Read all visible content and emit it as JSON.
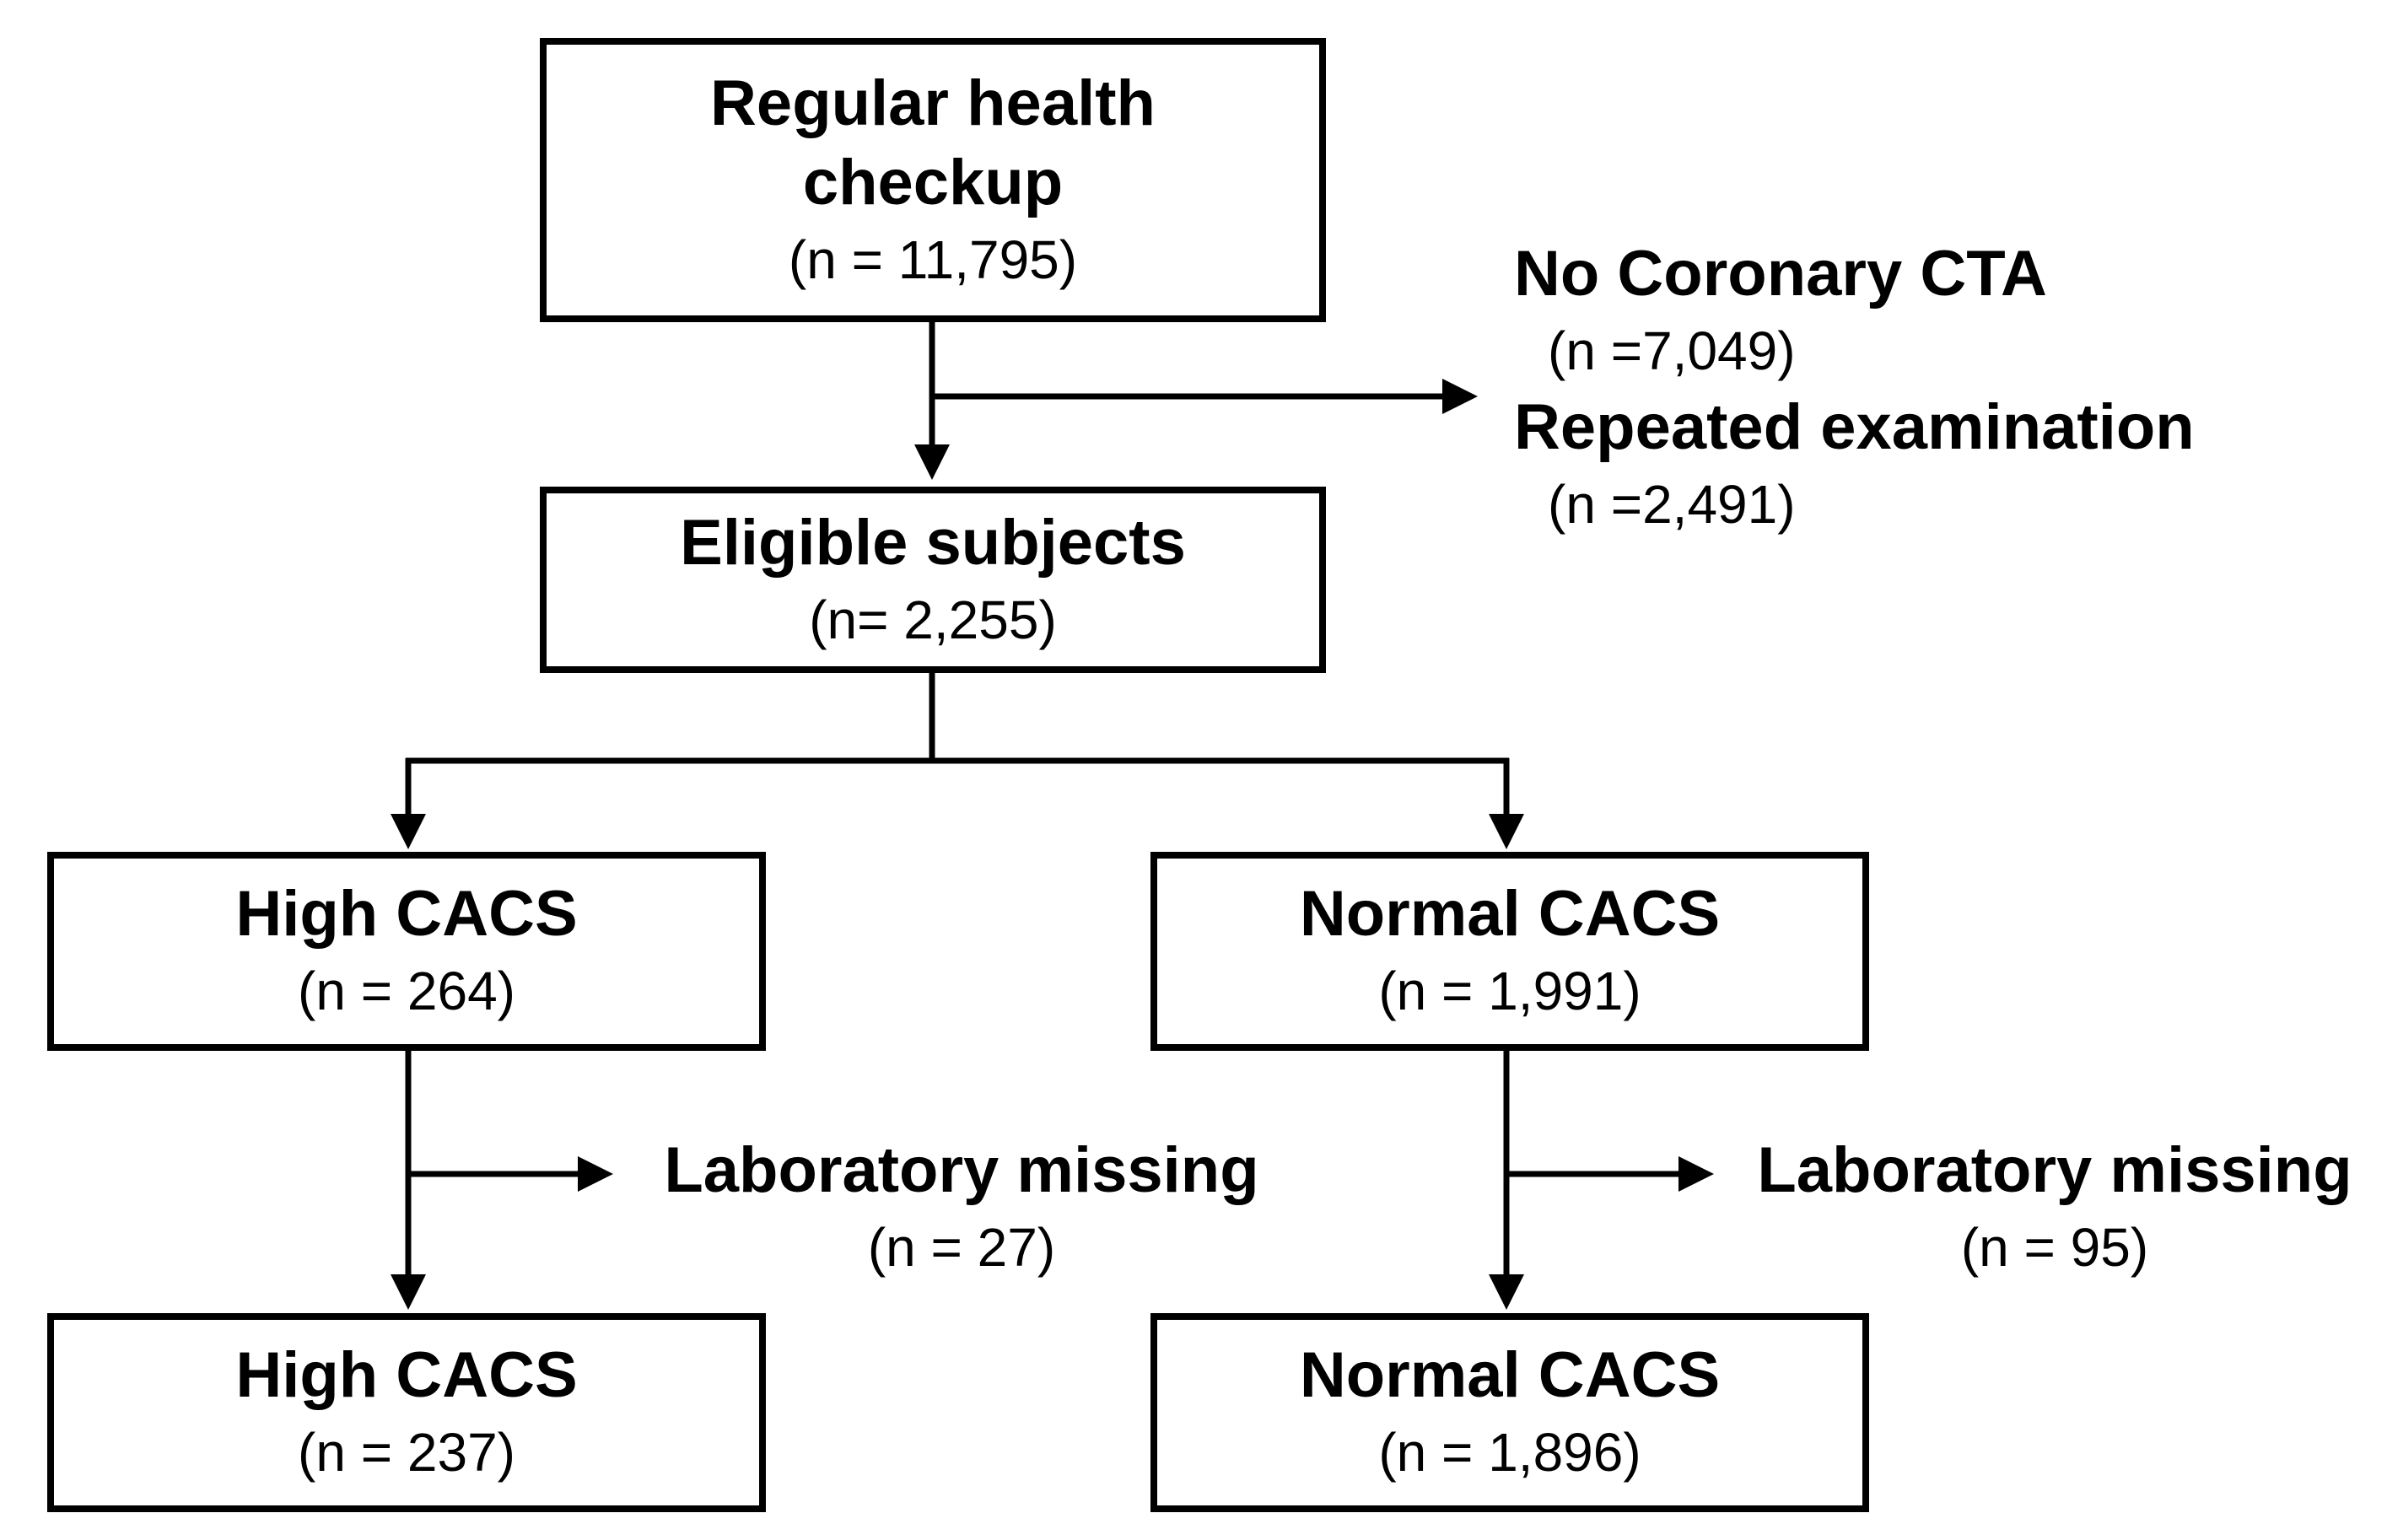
{
  "boxes": {
    "regular_checkup": {
      "title_line1": "Regular health",
      "title_line2": "checkup",
      "count": "(n = 11,795)"
    },
    "eligible": {
      "title": "Eligible subjects",
      "count": "(n= 2,255)"
    },
    "high_cacs": {
      "title": "High CACS",
      "count": "(n = 264)"
    },
    "normal_cacs": {
      "title": "Normal CACS",
      "count": "(n = 1,991)"
    },
    "high_cacs_final": {
      "title": "High CACS",
      "count": "(n = 237)"
    },
    "normal_cacs_final": {
      "title": "Normal CACS",
      "count": "(n = 1,896)"
    }
  },
  "exclusions": {
    "first": {
      "item1_title": "No Coronary CTA",
      "item1_count": "(n =7,049)",
      "item2_title": "Repeated examination",
      "item2_count": "(n =2,491)"
    },
    "high_missing": {
      "title": "Laboratory missing",
      "count": "(n = 27)"
    },
    "normal_missing": {
      "title": "Laboratory missing",
      "count": "(n = 95)"
    }
  }
}
